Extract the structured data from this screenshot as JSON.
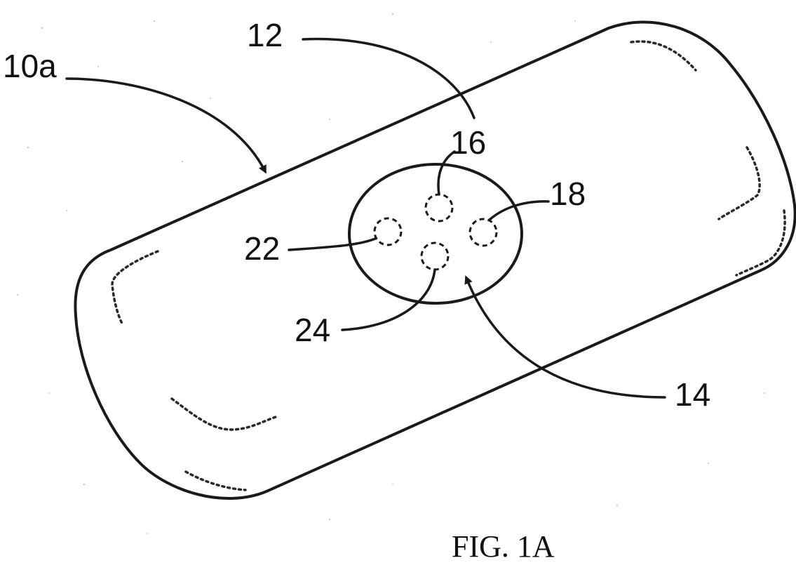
{
  "figure": {
    "caption": "FIG. 1A",
    "labels": {
      "device": "10a",
      "body": "12",
      "sensor_area": "14",
      "port_top": "16",
      "port_right": "18",
      "port_left": "22",
      "port_bottom": "24"
    }
  },
  "colors": {
    "background": "#ffffff",
    "ink": "#1a1a1a"
  }
}
